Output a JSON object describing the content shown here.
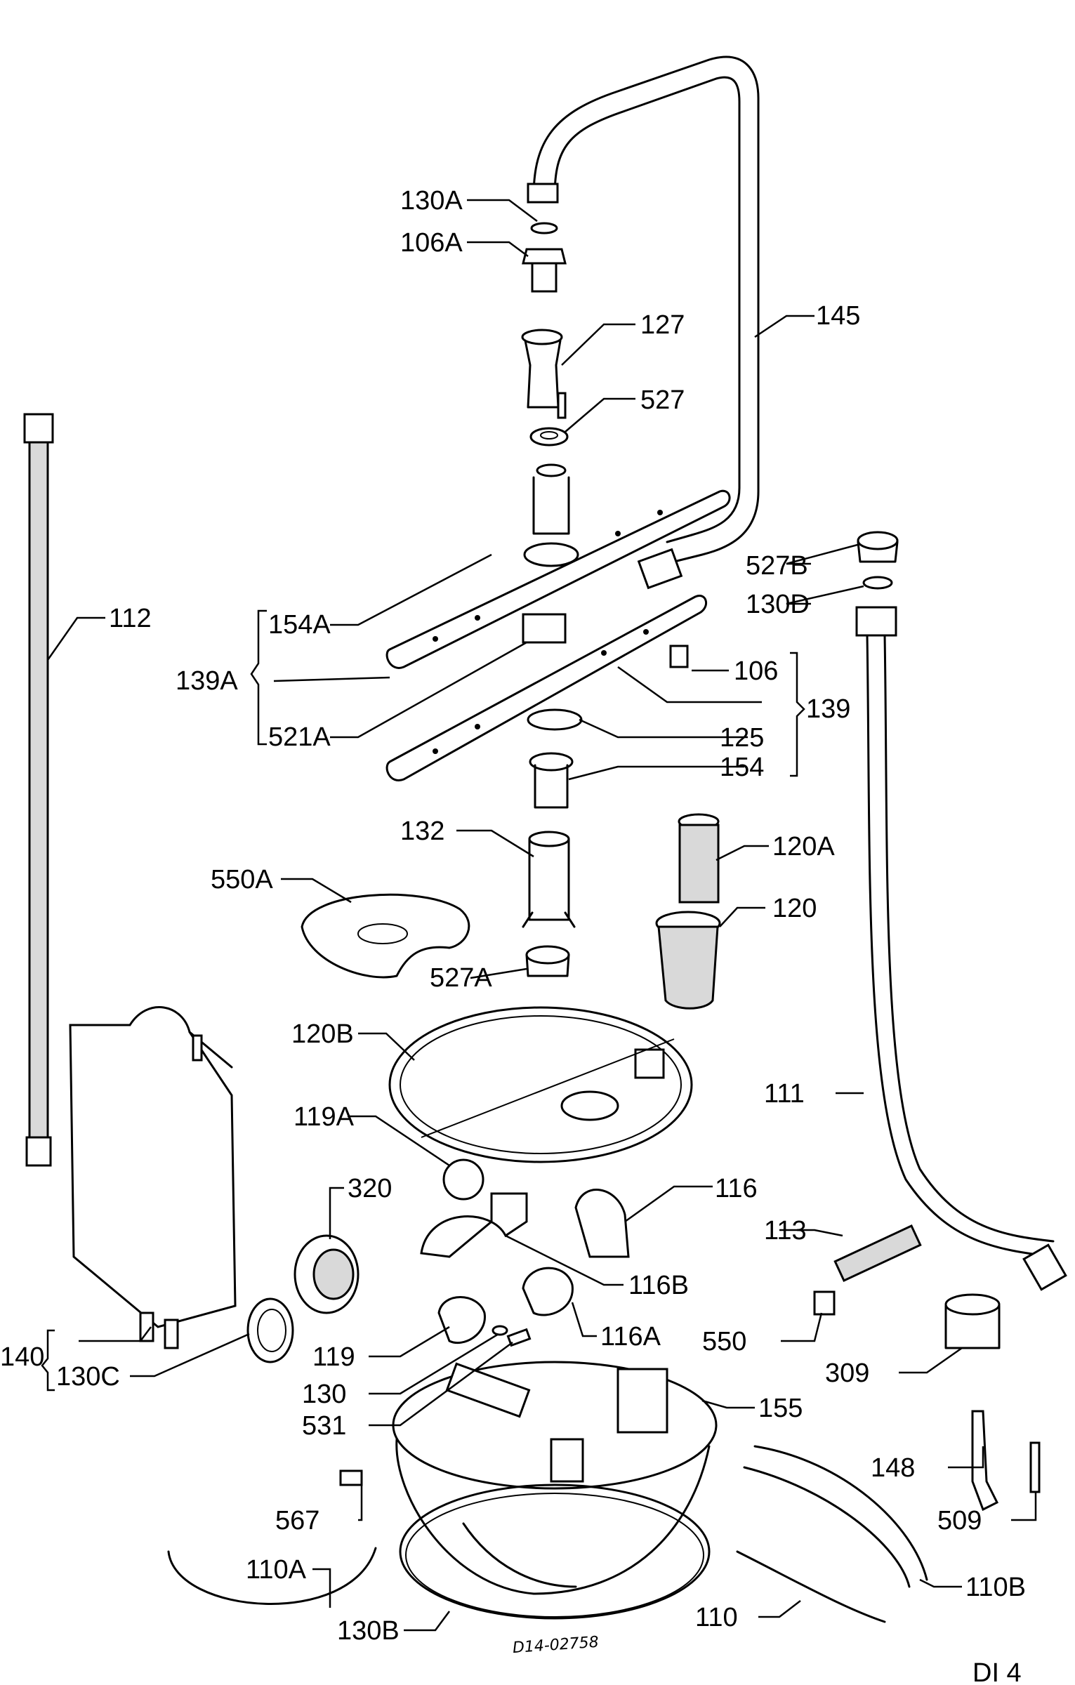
{
  "diagram": {
    "part_labels": {
      "p130A": "130A",
      "p106A": "106A",
      "p127": "127",
      "p145": "145",
      "p527": "527",
      "p112": "112",
      "p154A": "154A",
      "p139A": "139A",
      "p521A": "521A",
      "p527B": "527B",
      "p130D": "130D",
      "p106": "106",
      "p139": "139",
      "p125": "125",
      "p154": "154",
      "p132": "132",
      "p120A": "120A",
      "p550A": "550A",
      "p120": "120",
      "p527A": "527A",
      "p120B": "120B",
      "p111": "111",
      "p119A": "119A",
      "p320": "320",
      "p116": "116",
      "p113": "113",
      "p116B": "116B",
      "p116A": "116A",
      "p550": "550",
      "p140": "140",
      "p130C": "130C",
      "p119": "119",
      "p309": "309",
      "p130": "130",
      "p531": "531",
      "p155": "155",
      "p148": "148",
      "p567": "567",
      "p509": "509",
      "p110A": "110A",
      "p110B": "110B",
      "p130B": "130B",
      "p110": "110"
    },
    "drawing_number": "D14-02758",
    "page_code": "DI 4"
  }
}
